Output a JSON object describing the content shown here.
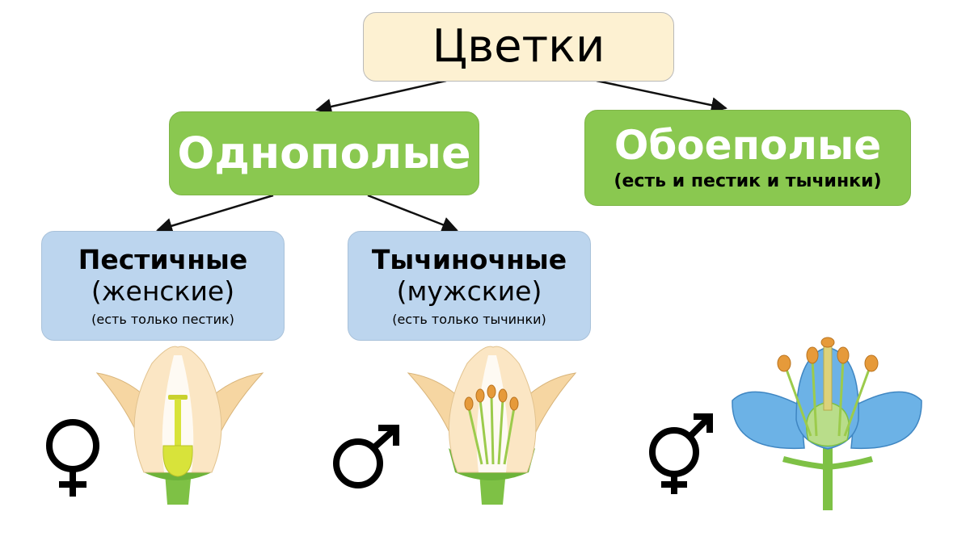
{
  "root": {
    "label": "Цветки"
  },
  "unisexual": {
    "label": "Однополые"
  },
  "bisexual": {
    "label": "Обоеполые",
    "note": "(есть и пестик и тычинки)"
  },
  "pistillate": {
    "label": "Пестичные",
    "sub": "(женские)",
    "note": "(есть только пестик)"
  },
  "staminate": {
    "label": "Тычиночные",
    "sub": "(мужские)",
    "note": "(есть только тычинки)"
  },
  "symbols": {
    "female": "♀",
    "male": "♂",
    "hermaphrodite": "⚥"
  },
  "colors": {
    "root_fill": "#fdf1d2",
    "green_fill": "#8ac850",
    "blue_fill": "#bcd5ee",
    "petal": "#f6d6a2",
    "pistil": "#d8e33a",
    "anther": "#e69a3a",
    "blue_petal": "#6cb2e6",
    "stem": "#7ec145"
  }
}
